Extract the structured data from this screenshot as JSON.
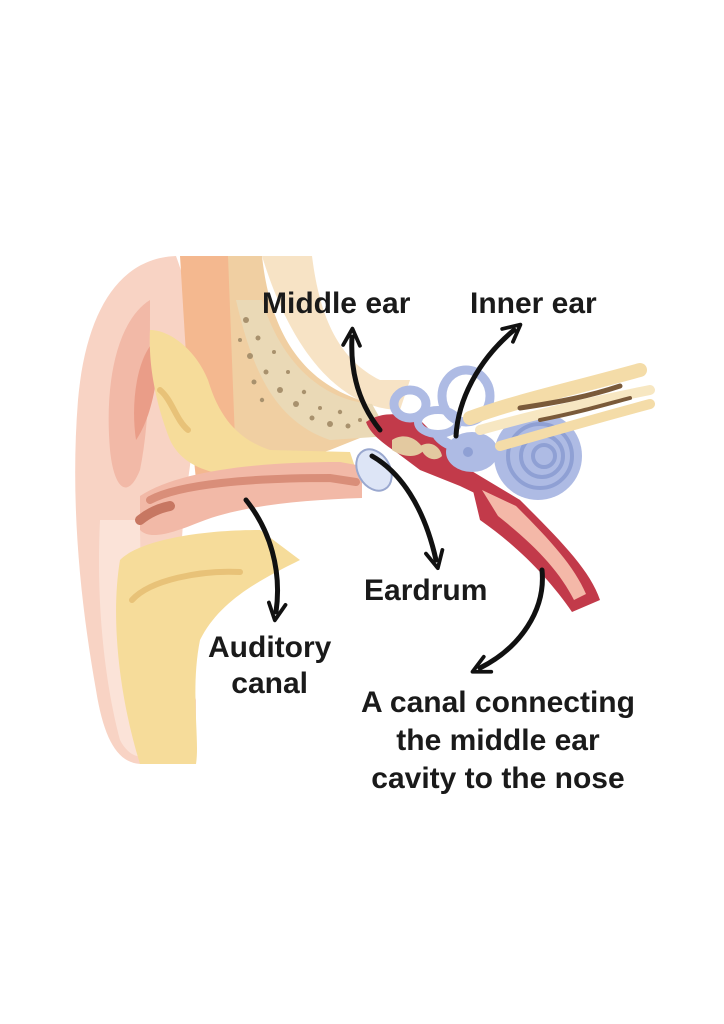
{
  "labels": {
    "middle_ear": "Middle ear",
    "inner_ear": "Inner ear",
    "eardrum": "Eardrum",
    "auditory_canal": [
      "Auditory",
      "canal"
    ],
    "eustachian": [
      "A canal connecting",
      "the middle ear",
      "cavity to the nose"
    ]
  },
  "colors": {
    "skin": "#f8d3c4",
    "skin_light": "#fbe3d8",
    "skin_dark": "#eeb3a0",
    "cartilage": "#f6dc9a",
    "bone": "#ead9b6",
    "canal": "#e49c87",
    "cochlea": "#aebbe4",
    "tube_red": "#c23a4a",
    "arrow": "#111111"
  }
}
